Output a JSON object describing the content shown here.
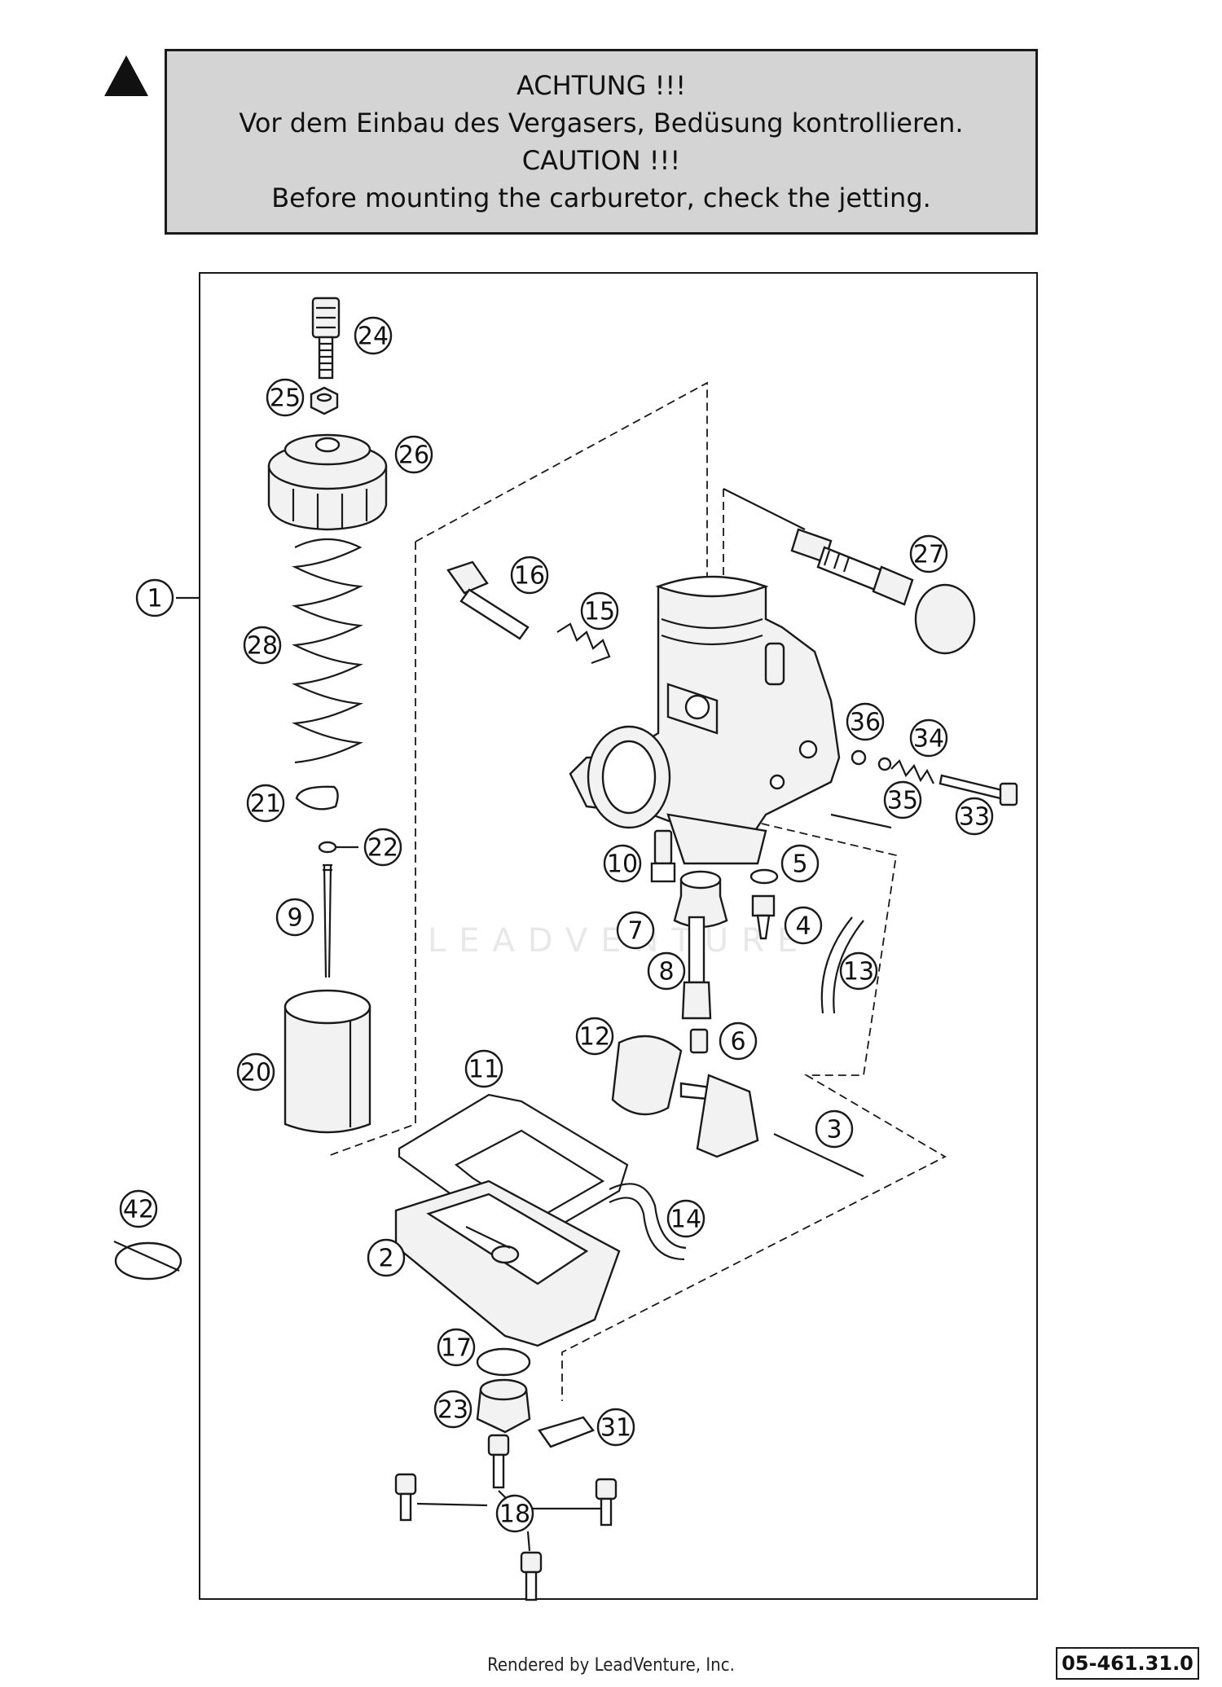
{
  "caution": {
    "line1": "ACHTUNG !!!",
    "line2": "Vor dem Einbau des Vergasers, Bedüsung kontrollieren.",
    "line3": "CAUTION !!!",
    "line4": "Before mounting the carburetor, check the jetting."
  },
  "watermark": "LEADVENTURE",
  "footer": {
    "rendered_by": "Rendered by LeadVenture, Inc.",
    "doc_code": "05-461.31.0"
  },
  "callouts": {
    "p1": "1",
    "p2": "2",
    "p3": "3",
    "p4": "4",
    "p5": "5",
    "p6": "6",
    "p7": "7",
    "p8": "8",
    "p9": "9",
    "p10": "10",
    "p11": "11",
    "p12": "12",
    "p13": "13",
    "p14": "14",
    "p15": "15",
    "p16": "16",
    "p17": "17",
    "p18": "18",
    "p20": "20",
    "p21": "21",
    "p22": "22",
    "p23": "23",
    "p24": "24",
    "p25": "25",
    "p26": "26",
    "p27": "27",
    "p28": "28",
    "p31": "31",
    "p33": "33",
    "p34": "34",
    "p35": "35",
    "p36": "36",
    "p42": "42"
  }
}
